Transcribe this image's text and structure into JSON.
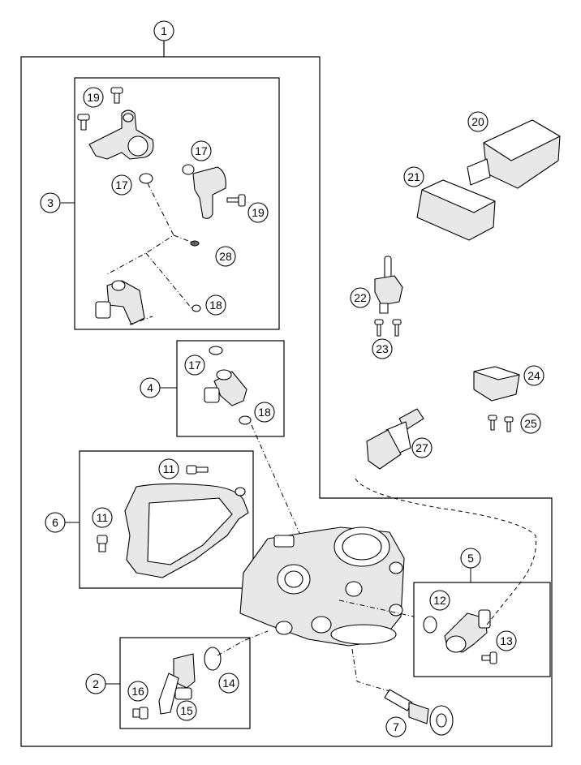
{
  "callouts": {
    "c1": "1",
    "c2": "2",
    "c3": "3",
    "c4": "4",
    "c5": "5",
    "c6": "6",
    "c7": "7",
    "c11a": "11",
    "c11b": "11",
    "c12": "12",
    "c13": "13",
    "c14": "14",
    "c15": "15",
    "c16": "16",
    "c17a": "17",
    "c17b": "17",
    "c17c": "17",
    "c18a": "18",
    "c18b": "18",
    "c19a": "19",
    "c19b": "19",
    "c20": "20",
    "c21": "21",
    "c22": "22",
    "c23": "23",
    "c24": "24",
    "c25": "25",
    "c27": "27",
    "c28": "28"
  },
  "colors": {
    "line": "#000000",
    "background": "#ffffff",
    "shade": "#e8e8e8"
  }
}
